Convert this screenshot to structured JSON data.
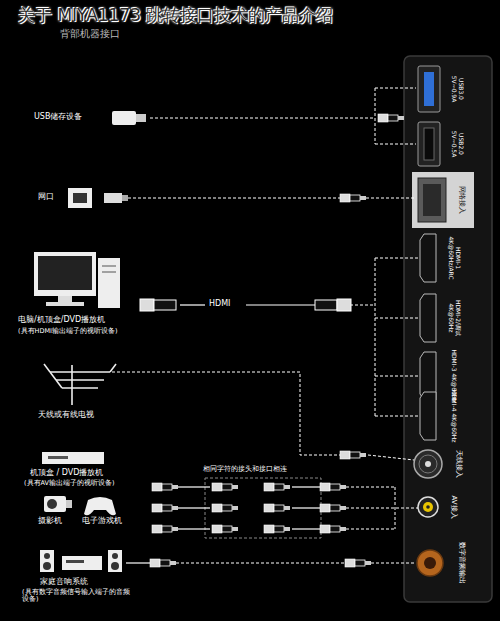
{
  "diagram": {
    "title": "关于 MIYA1173 跳转接口技术的产品介绍",
    "labels": [
      "背部机器接口",
      "USB储存设备",
      "网口",
      "HDMI",
      "电脑/机顶盒/DVD播放机",
      "(具有HDMI输出端子的视听设备)",
      "天线或有线电视",
      "机顶盒 / DVD播放机",
      "(具有AV输出端子的视听设备)",
      "摄影机",
      "电子游戏机",
      "相同字符的接头和接口相连",
      "家庭音响系统",
      "(具有数字音频信号输入端子的音频设备)",
      "USB3.0 5V⎓0.9A",
      "USB2.0 5V⎓0.5A",
      "网络接入",
      "HDMI-1 4K@60Hz/ARC",
      "HDMI-2/调试 4K@60Hz",
      "HDMI-3 4K@60Hz",
      "HDMI-4 4K@60Hz",
      "天线接入",
      "AV接入",
      "数字音频输出"
    ]
  }
}
